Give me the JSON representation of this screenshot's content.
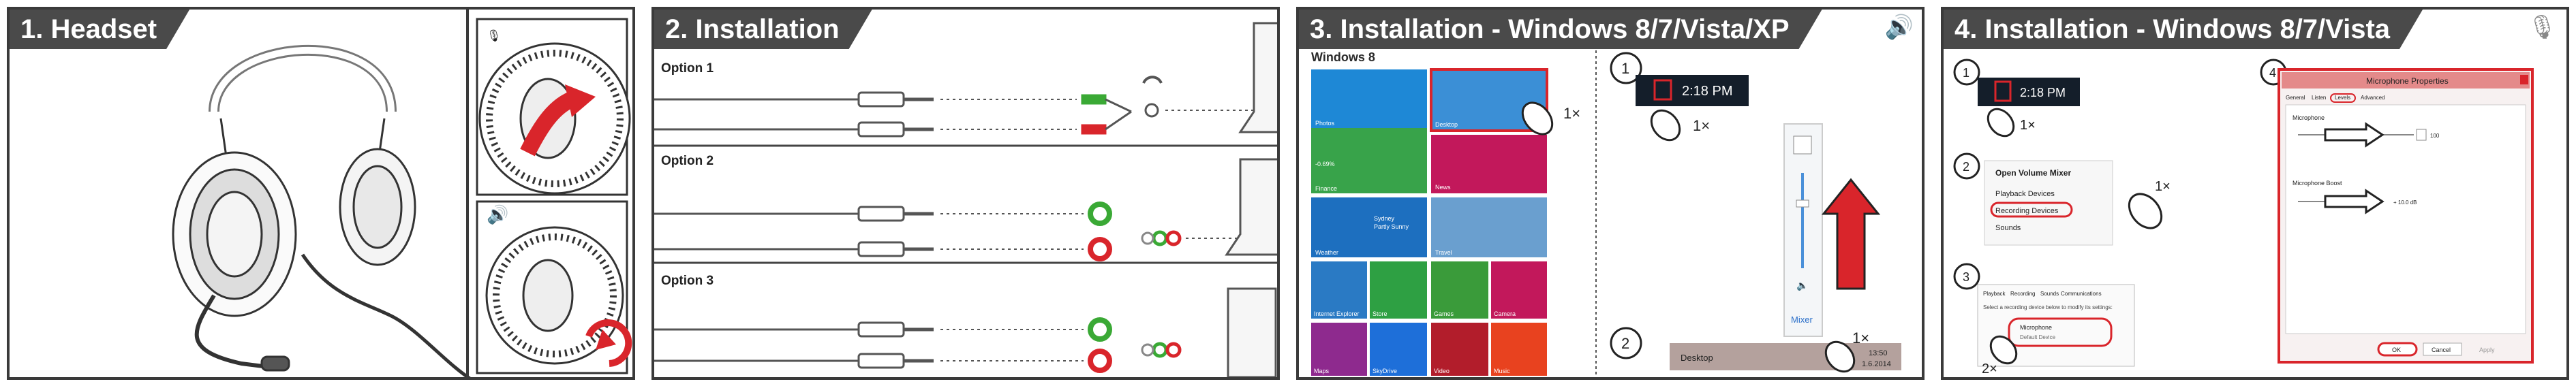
{
  "panels": [
    {
      "title": "1. Headset"
    },
    {
      "title": "2. Installation"
    },
    {
      "title": "3. Installation - Windows 8/7/Vista/XP"
    },
    {
      "title": "4. Installation - Windows 8/7/Vista"
    }
  ],
  "installation": {
    "options": [
      "Option 1",
      "Option 2",
      "Option 3"
    ]
  },
  "win": {
    "label": "Windows 8",
    "tiles": [
      "Photos",
      "Desktop",
      "Finance",
      "News",
      "Weather",
      "Travel",
      "Internet Explorer",
      "Store",
      "Games",
      "Camera",
      "Maps",
      "SkyDrive",
      "Video",
      "Music"
    ],
    "weather_city": "Sydney",
    "weather_desc": "Partly Sunny",
    "finance_value": "-0.69%",
    "clock": "2:18 PM",
    "mixer": "Mixer",
    "taskbar_label": "Desktop",
    "taskbar_time": "13:50",
    "taskbar_date": "1.6.2014",
    "steps": [
      "1",
      "2"
    ],
    "clicks": [
      "1×",
      "1×",
      "1×"
    ]
  },
  "rec": {
    "steps": [
      "1",
      "2",
      "3",
      "4"
    ],
    "clock": "2:18 PM",
    "menu": [
      "Open Volume Mixer",
      "Playback Devices",
      "Recording Devices",
      "Sounds"
    ],
    "sound_tabs": [
      "Playback",
      "Recording",
      "Sounds",
      "Communications"
    ],
    "sound_hint": "Select a recording device below to modify its settings:",
    "device_name": "Microphone",
    "device_sub": "Default Device",
    "props_title": "Microphone Properties",
    "props_tabs": [
      "General",
      "Listen",
      "Levels",
      "Advanced"
    ],
    "mic_label": "Microphone",
    "mic_value": "100",
    "boost_label": "Microphone Boost",
    "boost_value": "+ 10.0 dB",
    "buttons": [
      "OK",
      "Cancel",
      "Apply"
    ],
    "clicks": [
      "1×",
      "1×",
      "2×"
    ]
  },
  "colors": {
    "accent_red": "#d9252b",
    "green": "#3aa935",
    "dark": "#3a3a3a"
  }
}
